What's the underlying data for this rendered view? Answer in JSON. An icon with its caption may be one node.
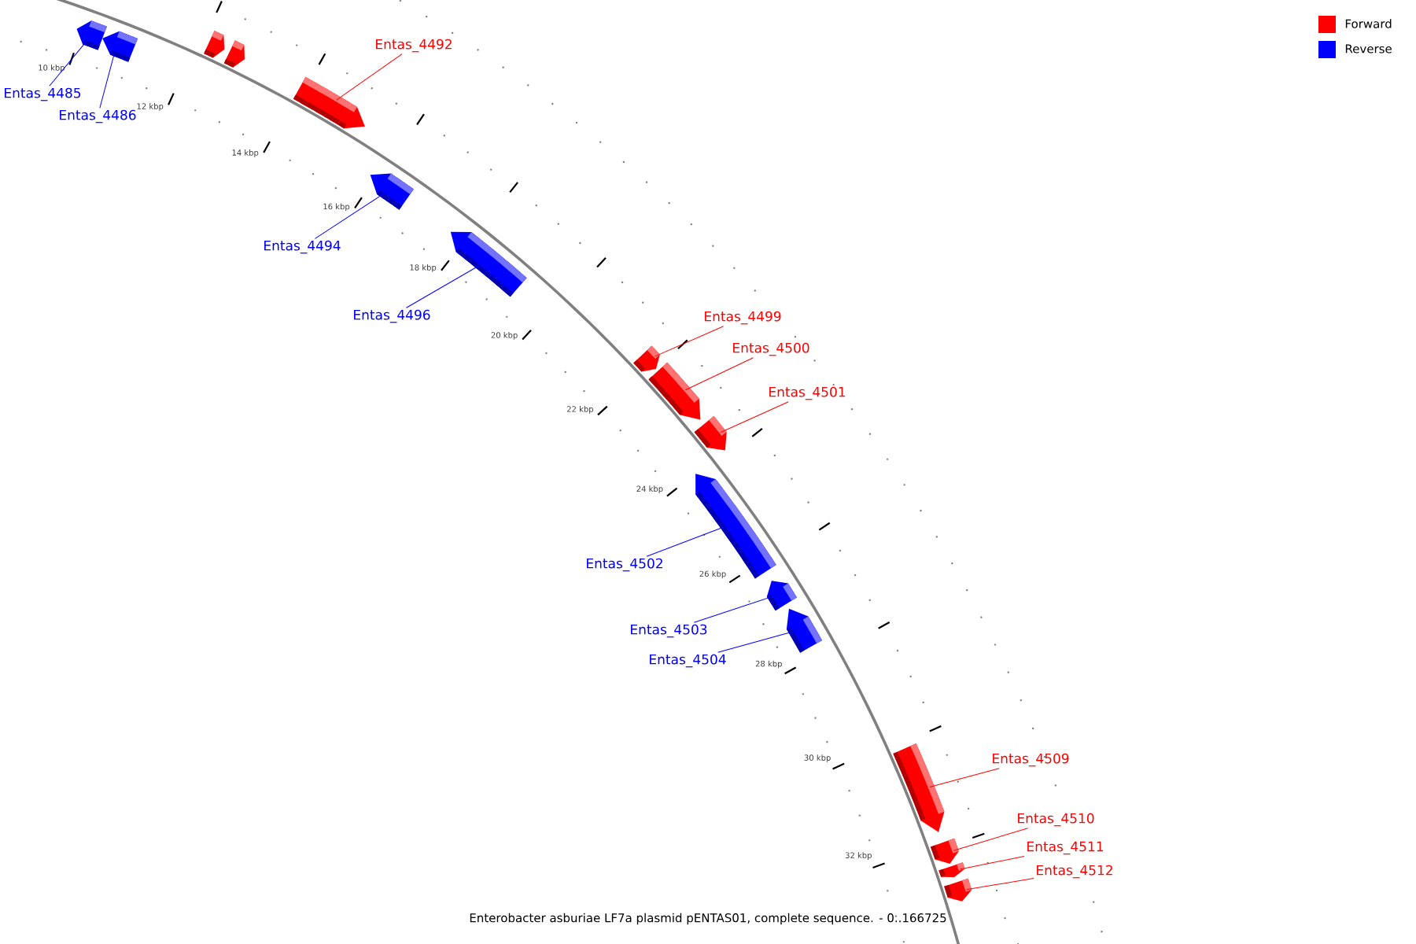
{
  "diagram": {
    "caption": "Enterobacter asburiae LF7a plasmid pENTAS01, complete sequence. - 0..166725",
    "nodes": [
      {
        "text": [
          "Entas_4485"
        ]
      },
      {
        "text": [],
        "shape": "arrow"
      },
      {
        "text": [
          "Entas_4486"
        ]
      },
      {
        "text": [],
        "shape": "arrow"
      },
      {
        "text": [],
        "shape": "arrow"
      },
      {
        "text": [],
        "shape": "arrow"
      },
      {
        "text": [
          "Entas_4492"
        ]
      },
      {
        "text": [],
        "shape": "arrow"
      },
      {
        "text": [
          "Entas_4494"
        ]
      },
      {
        "text": [],
        "shape": "arrow"
      },
      {
        "text": [
          "Entas_4496"
        ]
      },
      {
        "text": [],
        "shape": "arrow"
      },
      {
        "text": [
          "Entas_4499"
        ]
      },
      {
        "text": [],
        "shape": "arrow"
      },
      {
        "text": [
          "Entas_4500"
        ]
      },
      {
        "text": [],
        "shape": "arrow"
      },
      {
        "text": [
          "Entas_4501"
        ]
      },
      {
        "text": [],
        "shape": "arrow"
      },
      {
        "text": [
          "Entas_4502"
        ]
      },
      {
        "text": [],
        "shape": "arrow"
      },
      {
        "text": [
          "Entas_4503"
        ]
      },
      {
        "text": [],
        "shape": "arrow"
      },
      {
        "text": [
          "Entas_4504"
        ]
      },
      {
        "text": [],
        "shape": "arrow"
      },
      {
        "text": [
          "Entas_4509"
        ]
      },
      {
        "text": [],
        "shape": "arrow"
      },
      {
        "text": [
          "Entas_4510"
        ]
      },
      {
        "text": [],
        "shape": "arrow"
      },
      {
        "text": [
          "Entas_4511"
        ]
      },
      {
        "text": [],
        "shape": "arrow"
      },
      {
        "text": [
          "Entas_4512"
        ]
      },
      {
        "text": [],
        "shape": "arrow"
      }
    ],
    "edges": [
      {
        "from": 0,
        "to": 1,
        "arrow": "none",
        "color": "#0000ff"
      },
      {
        "from": 2,
        "to": 3,
        "arrow": "none",
        "color": "#0000ff"
      },
      {
        "from": 6,
        "to": 7,
        "arrow": "none",
        "color": "#ff0000"
      },
      {
        "from": 8,
        "to": 9,
        "arrow": "none",
        "color": "#0000ff"
      },
      {
        "from": 10,
        "to": 11,
        "arrow": "none",
        "color": "#0000ff"
      },
      {
        "from": 12,
        "to": 13,
        "arrow": "none",
        "color": "#ff0000"
      },
      {
        "from": 14,
        "to": 15,
        "arrow": "none",
        "color": "#ff0000"
      },
      {
        "from": 16,
        "to": 17,
        "arrow": "none",
        "color": "#ff0000"
      },
      {
        "from": 18,
        "to": 19,
        "arrow": "none",
        "color": "#0000ff"
      },
      {
        "from": 20,
        "to": 21,
        "arrow": "none",
        "color": "#0000ff"
      },
      {
        "from": 22,
        "to": 23,
        "arrow": "none",
        "color": "#0000ff"
      },
      {
        "from": 24,
        "to": 25,
        "arrow": "none",
        "color": "#ff0000"
      },
      {
        "from": 26,
        "to": 27,
        "arrow": "none",
        "color": "#ff0000"
      },
      {
        "from": 28,
        "to": 29,
        "arrow": "none",
        "color": "#ff0000"
      },
      {
        "from": 30,
        "to": 31,
        "arrow": "none",
        "color": "#ff0000"
      }
    ],
    "labels": [
      "10 kbp",
      "12 kbp",
      "14 kbp",
      "16 kbp",
      "18 kbp",
      "20 kbp",
      "22 kbp",
      "24 kbp",
      "26 kbp",
      "28 kbp",
      "30 kbp",
      "32 kbp"
    ],
    "legend": [
      {
        "text": "Forward",
        "color": "#ff0000"
      },
      {
        "text": "Reverse",
        "color": "#0000ff"
      }
    ]
  }
}
